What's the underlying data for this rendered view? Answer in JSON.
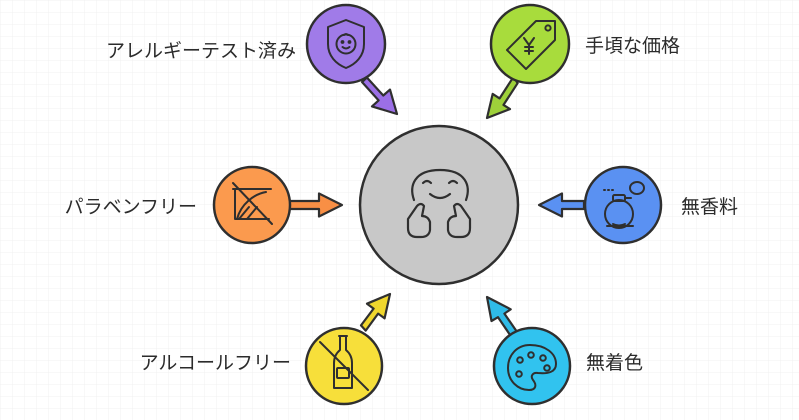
{
  "diagram": {
    "center": {
      "icon": "smiling-face-hands-icon",
      "fill": "#c8c8c8"
    },
    "outline_color": "#2f2f2f",
    "nodes": [
      {
        "id": "allergy-tested",
        "label": "アレルギーテスト済み",
        "icon": "baby-face-shield-icon",
        "color": "#a07be8",
        "arrow_color": "#9b6fe6"
      },
      {
        "id": "affordable",
        "label": "手頃な価格",
        "icon": "yen-price-tag-icon",
        "color": "#a8dc3c",
        "arrow_color": "#9ed13a"
      },
      {
        "id": "paraben-free",
        "label": "パラベンフリー",
        "icon": "crossed-out-flask-icon",
        "color": "#fb9a4e",
        "arrow_color": "#f88f45"
      },
      {
        "id": "fragrance-free",
        "label": "無香料",
        "icon": "perfume-bottle-icon",
        "color": "#5a91f2",
        "arrow_color": "#5a91f2"
      },
      {
        "id": "alcohol-free",
        "label": "アルコールフリー",
        "icon": "crossed-out-bottle-icon",
        "color": "#f7df3a",
        "arrow_color": "#efd62d"
      },
      {
        "id": "colorant-free",
        "label": "無着色",
        "icon": "palette-icon",
        "color": "#31c3ef",
        "arrow_color": "#2fbbe8"
      }
    ]
  }
}
